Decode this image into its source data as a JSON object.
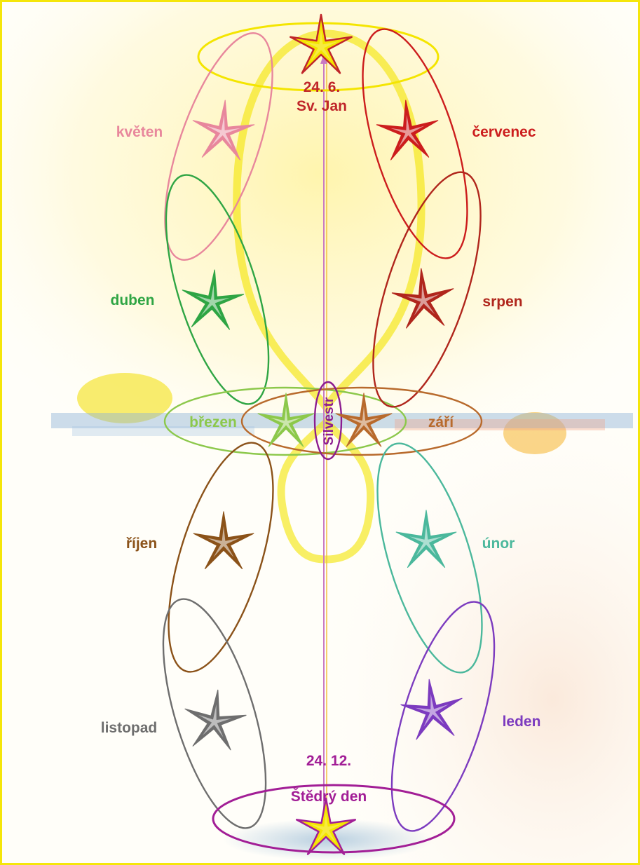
{
  "colors": {
    "frame": "#f5e60a",
    "june": "#f4e500",
    "december": "#a21e96",
    "silvestr": "#8c1c8f",
    "axis": "#c97ac3"
  },
  "top": {
    "date": "24. 6.",
    "name": "Sv. Jan",
    "color": "#c0262a",
    "star_color": "#f4e500"
  },
  "bottom": {
    "date": "24. 12.",
    "name": "Štědrý den",
    "color": "#a21e96",
    "star_color": "#f4e500"
  },
  "center": {
    "label": "Silvestr",
    "color": "#8c1c8f"
  },
  "months": [
    {
      "key": "kveten",
      "label": "květen",
      "color": "#e8879c"
    },
    {
      "key": "duben",
      "label": "duben",
      "color": "#2fa544"
    },
    {
      "key": "brezen",
      "label": "březen",
      "color": "#8cc84b"
    },
    {
      "key": "rijen",
      "label": "říjen",
      "color": "#8b5219"
    },
    {
      "key": "listopad",
      "label": "listopad",
      "color": "#6e6e6e"
    },
    {
      "key": "cervenec",
      "label": "červenec",
      "color": "#cc1d1d"
    },
    {
      "key": "srpen",
      "label": "srpen",
      "color": "#b0261c"
    },
    {
      "key": "zari",
      "label": "září",
      "color": "#b86a2c"
    },
    {
      "key": "unor",
      "label": "únor",
      "color": "#4bb89c"
    },
    {
      "key": "leden",
      "label": "leden",
      "color": "#7c3bbf"
    }
  ]
}
